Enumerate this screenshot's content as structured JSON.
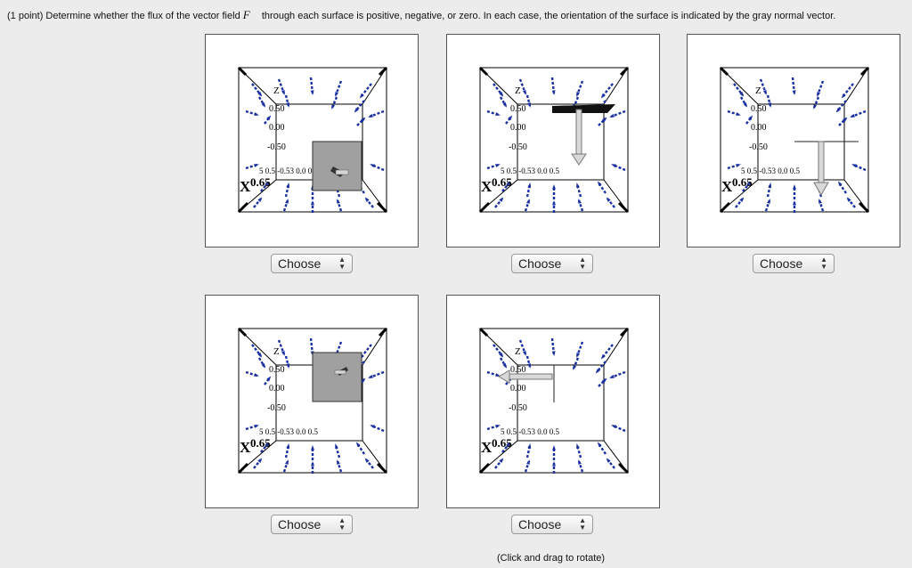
{
  "question": {
    "prefix": "(1 point) Determine whether the flux of the vector field ",
    "field_symbol": "F",
    "suffix": " through each surface is positive, negative, or zero. In each case, the orientation of the surface is indicated by the gray normal vector."
  },
  "panels": [
    {
      "id": 1,
      "surface": "square-y",
      "axis_labels": {
        "z": "Z",
        "t1": "0.50",
        "t2": "0.00",
        "t3": "-0.50",
        "x": "X",
        "xv": "0.65",
        "bottom": "5 0.5 -0.53 0.0 0.5"
      },
      "select_value": "Choose"
    },
    {
      "id": 2,
      "surface": "top-plane",
      "axis_labels": {
        "z": "Z",
        "t1": "0.50",
        "t2": "0.00",
        "t3": "-0.50",
        "x": "X",
        "xv": "0.65",
        "bottom": "5 0.5 -0.53 0.0 0.5"
      },
      "select_value": "Choose"
    },
    {
      "id": 3,
      "surface": "mid-plane",
      "axis_labels": {
        "z": "Z",
        "t1": "0.50",
        "t2": "0.00",
        "t3": "-0.50",
        "x": "X",
        "xv": "0.65",
        "bottom": "5 0.5 -0.53 0.0 0.5"
      },
      "select_value": "Choose"
    },
    {
      "id": 4,
      "surface": "square-upper",
      "axis_labels": {
        "z": "Z",
        "t1": "0.50",
        "t2": "0.00",
        "t3": "-0.50",
        "x": "X",
        "xv": "0.65",
        "bottom": "5 0.5 -0.53 0.0 0.5"
      },
      "select_value": "Choose"
    },
    {
      "id": 5,
      "surface": "side-plane",
      "axis_labels": {
        "z": "Z",
        "t1": "0.50",
        "t2": "0.00",
        "t3": "-0.50",
        "x": "X",
        "xv": "0.65",
        "bottom": "5 0.5 -0.53 0.0 0.5"
      },
      "select_value": "Choose"
    }
  ],
  "hint": "(Click and drag to rotate)",
  "colors": {
    "arrow": "#1a2fa0",
    "surface": "#a0a0a0",
    "normal": "#9a9a9a",
    "frame": "#000000"
  }
}
